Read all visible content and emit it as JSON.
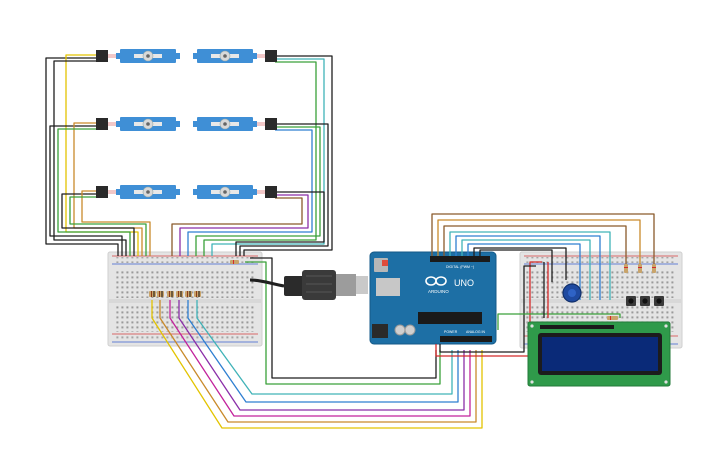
{
  "canvas": {
    "background": "#ffffff"
  },
  "arduino": {
    "brand": "ARDUINO",
    "model": "UNO",
    "header_digital": "DIGITAL (PWM ~)",
    "header_power": "POWER",
    "header_analog": "ANALOG IN",
    "board_color": "#1d6fa5",
    "logo_mark": "infinity-icon"
  },
  "components": {
    "servos": 6,
    "servo_color": "#3f8fd6",
    "breadboards": 2,
    "resistors_small_board": 6,
    "resistors_large_board": 3,
    "push_buttons": 3,
    "potentiometer": "knob-icon",
    "lcd": {
      "size": "16x2",
      "screen_color": "#0a2a78",
      "pcb_color": "#2f9a4a"
    },
    "usb_cable": "usb-plug-icon"
  },
  "wire_colors": {
    "black": "#1f1f1f",
    "yellow": "#e3c400",
    "orange": "#c98a2b",
    "brown": "#8a5a2b",
    "green": "#3aa13a",
    "teal": "#40b3b8",
    "blue": "#2f7fd1",
    "purple": "#8b2fa8",
    "red": "#d42a2a",
    "magenta": "#c2239c"
  }
}
